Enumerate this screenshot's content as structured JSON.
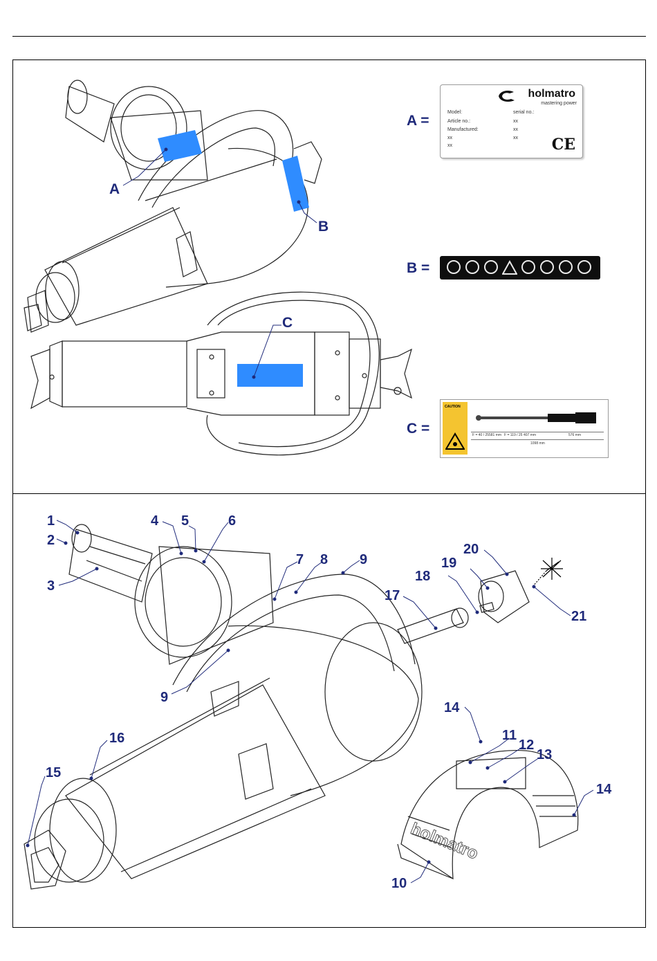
{
  "callouts_top": {
    "a": "A",
    "b": "B",
    "c": "C",
    "a_eq": "A =",
    "b_eq": "B =",
    "c_eq": "C ="
  },
  "plate_a": {
    "brand": "holmatro",
    "tagline": "mastering power",
    "model": "Model:",
    "serial": "serial no.:",
    "article": "Article no.:",
    "article_val": "xx",
    "manufactured": "Manufactured:",
    "manufactured_val": "xx",
    "xx1": "xx",
    "xx1_val": "xx",
    "xx2": "xx",
    "ce": "CE"
  },
  "label_c": {
    "caution": "CAUTION",
    "dim1": "F = 40 / 25",
    "dim2": "581 mm",
    "dim3": "F = 119 / 25",
    "dim4": "407 mm",
    "dim5": "576 mm",
    "total": "1098 mm"
  },
  "callouts_bottom": [
    "1",
    "2",
    "3",
    "4",
    "5",
    "6",
    "7",
    "8",
    "9",
    "9",
    "10",
    "11",
    "12",
    "13",
    "14",
    "14",
    "15",
    "16",
    "17",
    "18",
    "19",
    "20",
    "21"
  ],
  "colors": {
    "callout": "#1f2a7a",
    "highlight": "#2f8cff",
    "line": "#000000"
  }
}
